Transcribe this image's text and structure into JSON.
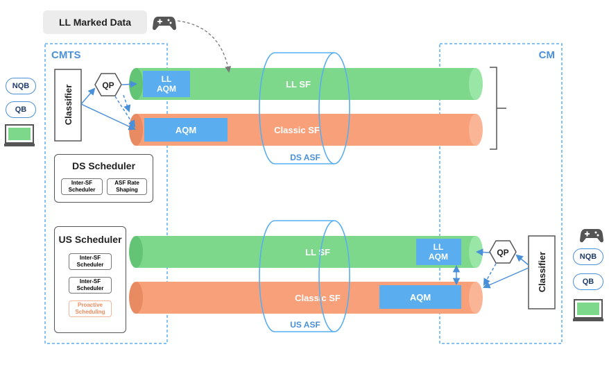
{
  "header": {
    "ll_marked_data": "LL Marked Data"
  },
  "cmts": {
    "label": "CMTS",
    "classifier": "Classifier",
    "qp": "QP",
    "ds_scheduler": {
      "title": "DS Scheduler",
      "items": [
        "Inter-SF Scheduler",
        "ASF Rate Shaping"
      ]
    },
    "us_scheduler": {
      "title": "US Scheduler",
      "items": [
        "Inter-SF Scheduler",
        "Inter-SF Scheduler",
        "Proactive Scheduling"
      ]
    }
  },
  "cm": {
    "label": "CM",
    "classifier": "Classifier",
    "qp": "QP"
  },
  "ds": {
    "ll_sf": "LL SF",
    "ll_aqm": "LL AQM",
    "classic_sf": "Classic SF",
    "aqm": "AQM",
    "asf": "DS ASF"
  },
  "us": {
    "ll_sf": "LL SF",
    "ll_aqm": "LL AQM",
    "classic_sf": "Classic SF",
    "aqm": "AQM",
    "asf": "US ASF"
  },
  "left_host": {
    "nqb": "NQB",
    "qb": "QB"
  },
  "right_host": {
    "nqb": "NQB",
    "qb": "QB"
  },
  "colors": {
    "green": "#7dd88c",
    "green_dark": "#62c474",
    "orange": "#f7a07a",
    "orange_dark": "#e88a62",
    "aqm_blue": "#5aaef0",
    "accent_blue": "#4a90d9"
  }
}
